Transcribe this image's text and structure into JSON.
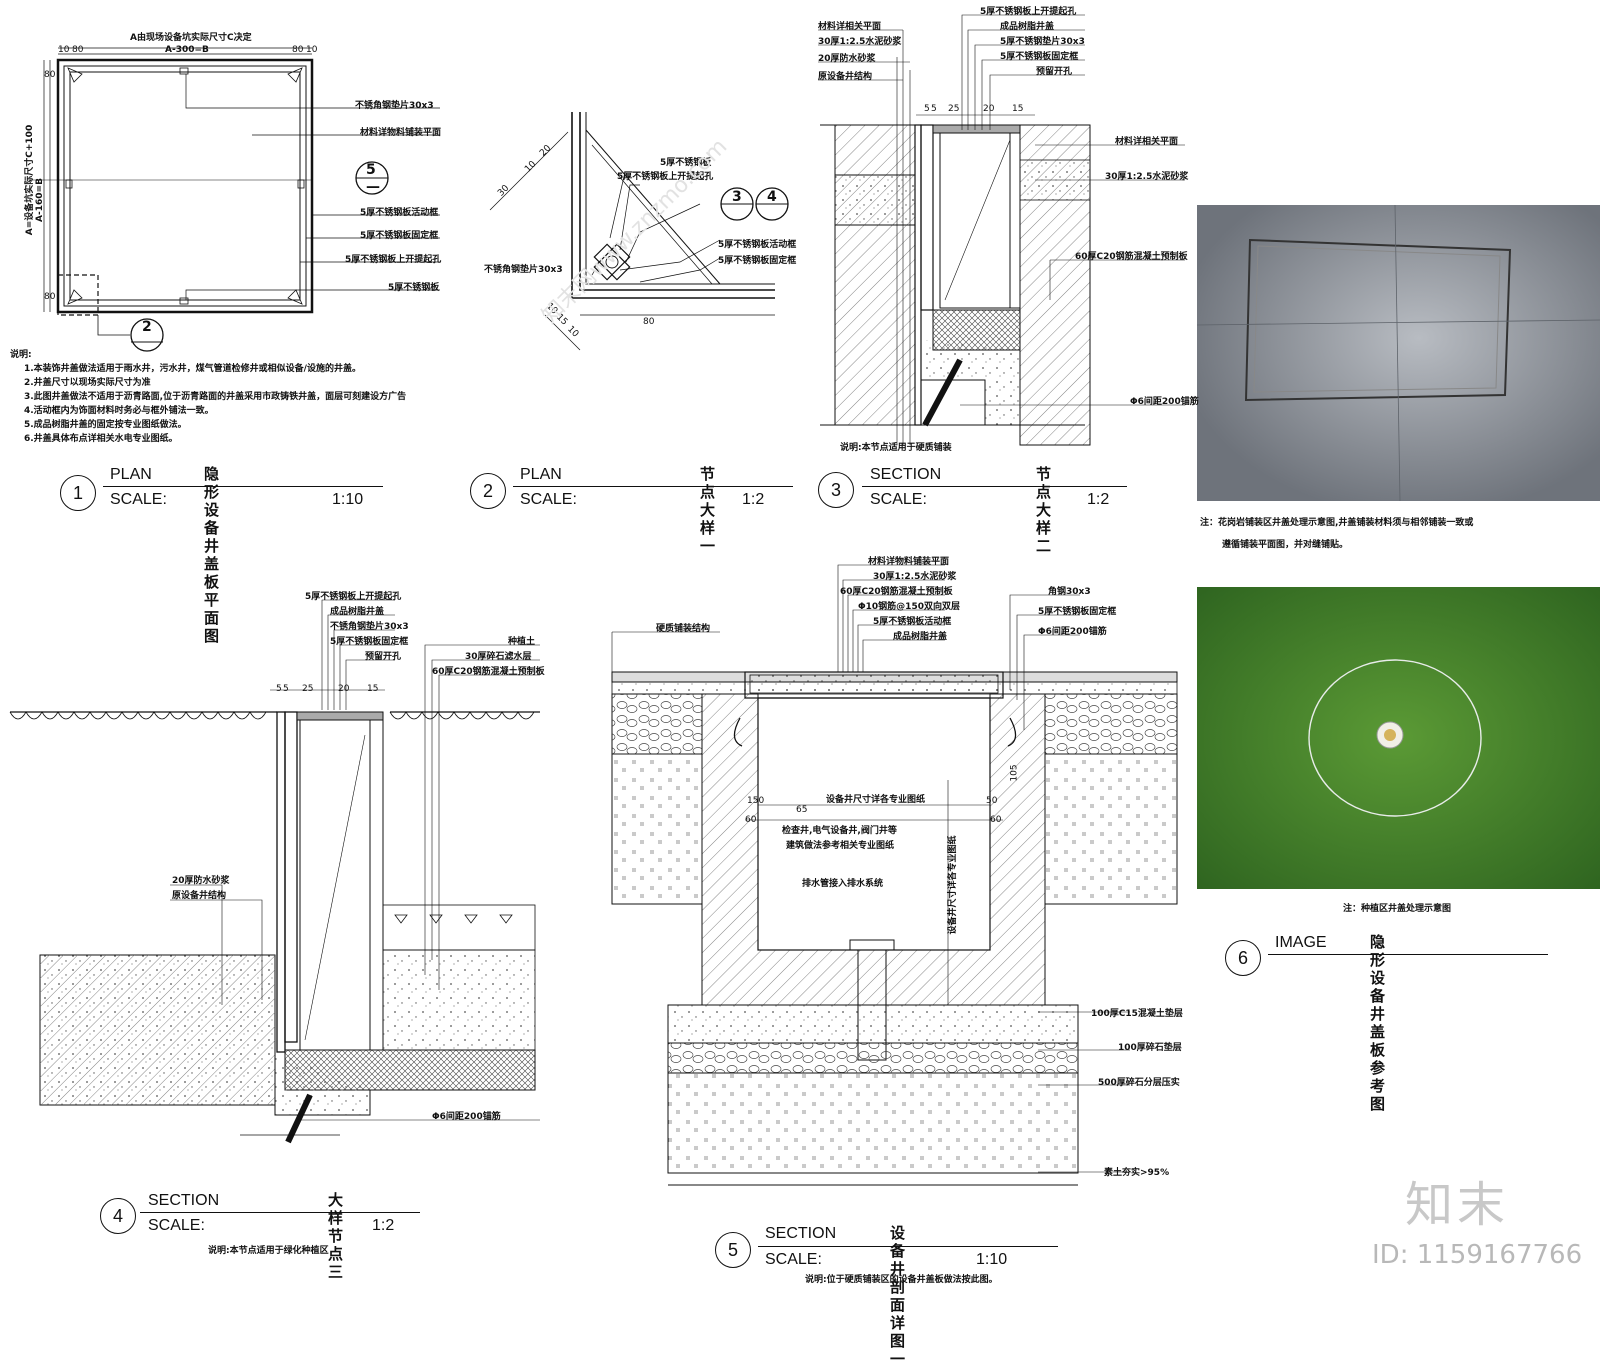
{
  "panel1": {
    "dim_top": "A由现场设备坑实际尺寸C决定",
    "dim_top2": "A-300=B",
    "dims_small": [
      "10",
      "80",
      "80",
      "10"
    ],
    "dim_left": "A=设备坑实际尺寸C+100",
    "dim_left2": "A-160=B",
    "dims_left_small": [
      "80",
      "80"
    ],
    "callouts": [
      "不锈角钢垫片30x3",
      "材料详物料铺装平面",
      "5厚不锈钢板活动框",
      "5厚不锈钢板固定框",
      "5厚不锈钢板上开提起孔",
      "5厚不锈钢板"
    ],
    "ref5_top": "5",
    "ref5_bottom": "—",
    "ref2": "2",
    "notes_title": "说明:",
    "notes": [
      "1.本装饰井盖做法适用于雨水井，污水井，煤气管道检修井或相似设备/设施的井盖。",
      "2.井盖尺寸以现场实际尺寸为准",
      "3.此图井盖做法不适用于沥青路面,位于沥青路面的井盖采用市政铸铁井盖，面层可刻建设方广告",
      "4.活动框内为饰面材料时务必与框外铺法一致。",
      "5.成品树脂井盖的固定按专业图纸做法。",
      "6.井盖具体布点详相关水电专业图纸。"
    ],
    "title": {
      "num": "1",
      "kind": "PLAN",
      "scale_label": "SCALE:",
      "name": "隐形设备井盖板平面图",
      "ratio": "1:10"
    }
  },
  "panel2": {
    "callouts": [
      "5厚不锈钢板",
      "5厚不锈钢板上开提起孔",
      "5厚不锈钢板活动框",
      "5厚不锈钢板固定框",
      "不锈角钢垫片30x3"
    ],
    "dims": [
      "30",
      "10",
      "20",
      "10",
      "15",
      "10",
      "80"
    ],
    "ref3": "3",
    "ref4": "4",
    "title": {
      "num": "2",
      "kind": "PLAN",
      "scale_label": "SCALE:",
      "name": "节点大样一",
      "ratio": "1:2"
    }
  },
  "panel3": {
    "callouts_left": [
      "材料详相关平面",
      "30厚1:2.5水泥砂浆",
      "20厚防水砂浆",
      "原设备井结构"
    ],
    "callouts_top": [
      "5厚不锈钢板上开提起孔",
      "成品树脂井盖",
      "5厚不锈钢垫片30x3",
      "5厚不锈钢板固定框",
      "预留开孔"
    ],
    "callouts_right": [
      "材料详相关平面",
      "30厚1:2.5水泥砂浆",
      "60厚C20钢筋混凝土预制板",
      "Φ6间距200锚筋"
    ],
    "dims": [
      "5",
      "5",
      "25",
      "20",
      "15"
    ],
    "note": "说明:本节点适用于硬质铺装",
    "title": {
      "num": "3",
      "kind": "SECTION",
      "scale_label": "SCALE:",
      "name": "节点大样二",
      "ratio": "1:2"
    }
  },
  "panel4": {
    "callouts_top": [
      "5厚不锈钢板上开提起孔",
      "成品树脂井盖",
      "不锈角钢垫片30x3",
      "5厚不锈钢板固定框",
      "预留开孔"
    ],
    "callouts_right": [
      "种植土",
      "30厚碎石滤水层",
      "60厚C20钢筋混凝土预制板"
    ],
    "callouts_left": [
      "20厚防水砂浆",
      "原设备井结构"
    ],
    "anchor": "Φ6间距200锚筋",
    "dims": [
      "5",
      "5",
      "25",
      "20",
      "15"
    ],
    "note": "说明:本节点适用于绿化种植区",
    "title": {
      "num": "4",
      "kind": "SECTION",
      "scale_label": "SCALE:",
      "name": "大样节点三",
      "ratio": "1:2"
    }
  },
  "panel5": {
    "callouts_top": [
      "材料详物料铺装平面",
      "30厚1:2.5水泥砂浆",
      "60厚C20钢筋混凝土预制板",
      "Φ10钢筋@150双向双层",
      "5厚不锈钢板活动框",
      "成品树脂井盖"
    ],
    "callouts_right_top": [
      "角钢30x3",
      "5厚不锈钢板固定框",
      "Φ6间距200锚筋"
    ],
    "paving": "硬质铺装结构",
    "inner": [
      "设备井尺寸详各专业图纸",
      "检查井,电气设备井,阀门井等",
      "建筑做法参考相关专业图纸",
      "排水管接入排水系统"
    ],
    "vertical": "设备井尺寸详各专业图纸",
    "dims": [
      "150",
      "65",
      "50",
      "60",
      "60",
      "105"
    ],
    "layers": [
      "100厚C15混凝土垫层",
      "100厚碎石垫层",
      "500厚碎石分层压实",
      "素土夯实>95%"
    ],
    "note": "说明:位于硬质铺装区的设备井盖板做法按此图。",
    "title": {
      "num": "5",
      "kind": "SECTION",
      "scale_label": "SCALE:",
      "name": "设备井剖面详图一",
      "ratio": "1:10"
    }
  },
  "panel6": {
    "note1a": "注：花岗岩铺装区井盖处理示意图,井盖铺装材料须与相邻铺装一致或",
    "note1b": "遵循铺装平面图，并对缝铺贴。",
    "note2": "注：种植区井盖处理示意图",
    "title": {
      "num": "6",
      "kind": "IMAGE",
      "name": "隐形设备井盖板参考图"
    }
  },
  "watermark": {
    "logo": "知末",
    "id": "ID: 1159167766",
    "site": "知末网www.znzmo.com"
  },
  "colors": {
    "line": "#111111",
    "stone": "#7c8088",
    "grass": "#3f7a2a",
    "watermark": "#c8c8c8"
  }
}
